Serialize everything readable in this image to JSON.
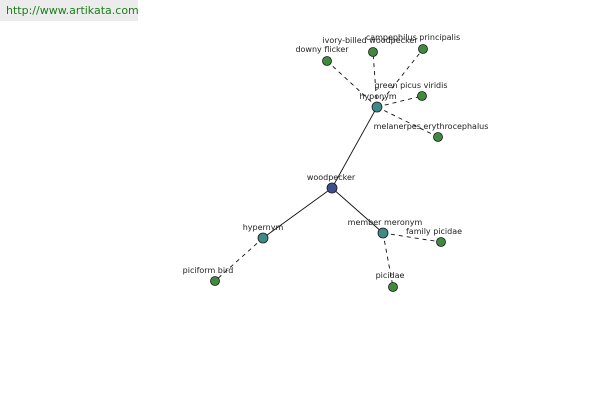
{
  "watermark": {
    "text": "http://www.artikata.com"
  },
  "colors": {
    "root_node": "#3d4e8f",
    "relation_node": "#3e8a86",
    "leaf_node": "#3f8a3f",
    "edge": "#111111",
    "node_outline": "#1a1a1a"
  },
  "graph": {
    "nodes": [
      {
        "id": "woodpecker",
        "label": "woodpecker",
        "kind": "root"
      },
      {
        "id": "hyponym",
        "label": "hyponym",
        "kind": "relation"
      },
      {
        "id": "hypernym",
        "label": "hypernym",
        "kind": "relation"
      },
      {
        "id": "member_meronym",
        "label": "member meronym",
        "kind": "relation"
      },
      {
        "id": "downy_flicker",
        "label": "downy flicker",
        "kind": "leaf"
      },
      {
        "id": "ivory_billed",
        "label": "ivory-billed woodpecker",
        "kind": "leaf"
      },
      {
        "id": "campephilus",
        "label": "campephilus principalis",
        "kind": "leaf"
      },
      {
        "id": "green_picus",
        "label": "green picus viridis",
        "kind": "leaf"
      },
      {
        "id": "melanerpes",
        "label": "melanerpes erythrocephalus",
        "kind": "leaf"
      },
      {
        "id": "piciform_bird",
        "label": "piciform bird",
        "kind": "leaf"
      },
      {
        "id": "family_picidae",
        "label": "family picidae",
        "kind": "leaf"
      },
      {
        "id": "picidae",
        "label": "picidae",
        "kind": "leaf"
      }
    ],
    "edges": [
      {
        "from": "woodpecker",
        "to": "hyponym",
        "style": "solid"
      },
      {
        "from": "woodpecker",
        "to": "hypernym",
        "style": "solid"
      },
      {
        "from": "woodpecker",
        "to": "member_meronym",
        "style": "solid"
      },
      {
        "from": "hyponym",
        "to": "downy_flicker",
        "style": "dashed"
      },
      {
        "from": "hyponym",
        "to": "ivory_billed",
        "style": "dashed"
      },
      {
        "from": "hyponym",
        "to": "campephilus",
        "style": "dashed"
      },
      {
        "from": "hyponym",
        "to": "green_picus",
        "style": "dashed"
      },
      {
        "from": "hyponym",
        "to": "melanerpes",
        "style": "dashed"
      },
      {
        "from": "hypernym",
        "to": "piciform_bird",
        "style": "dashed"
      },
      {
        "from": "member_meronym",
        "to": "family_picidae",
        "style": "dashed"
      },
      {
        "from": "member_meronym",
        "to": "picidae",
        "style": "dashed"
      }
    ]
  }
}
